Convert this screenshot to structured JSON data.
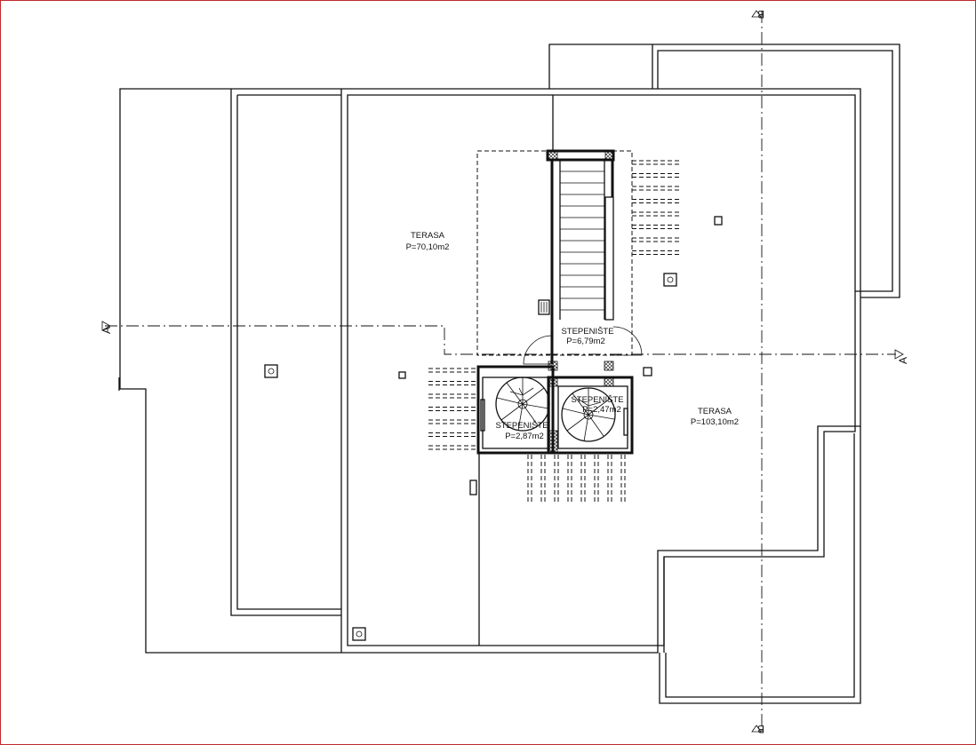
{
  "rooms": {
    "terrace_left": {
      "name": "TERASA",
      "area": "P=70,10m2"
    },
    "stair_main": {
      "name": "STEPENIŠTE",
      "area": "P=6,79m2"
    },
    "stair_spiral_1": {
      "name": "STEPENIŠTE",
      "area": "P=2,87m2"
    },
    "stair_spiral_2": {
      "name": "STEPENIŠTE",
      "area": "P=2,47m2"
    },
    "terrace_right": {
      "name": "TERASA",
      "area": "P=103,10m2"
    }
  },
  "sections": {
    "a_left": "A",
    "a_right": "A",
    "b_top": "B",
    "b_bottom": "B"
  },
  "colors": {
    "line": "#111111",
    "frame": "#c0282d",
    "background": "#ffffff"
  }
}
